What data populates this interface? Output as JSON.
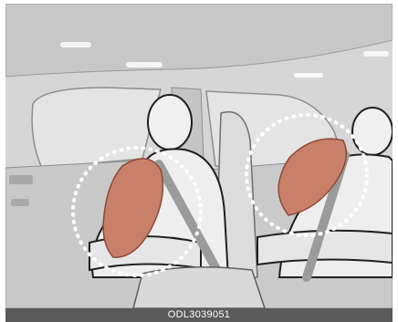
{
  "figure": {
    "code": "ODL3039051",
    "colors": {
      "cabin": "#d9d9d9",
      "cabin_dark": "#bdbdbd",
      "occupant": "#eeeeee",
      "outline": "#222222",
      "airbag": "#c98069",
      "airbag_edge": "#8a4a36",
      "deployment_zone": "#ffffff",
      "caption_bar": "#5a5a5a"
    },
    "icons": {
      "occupant_front": "seated-occupant-silhouette",
      "occupant_rear": "seated-occupant-silhouette",
      "airbag": "side-airbag",
      "zone": "dotted-deployment-circle"
    }
  }
}
